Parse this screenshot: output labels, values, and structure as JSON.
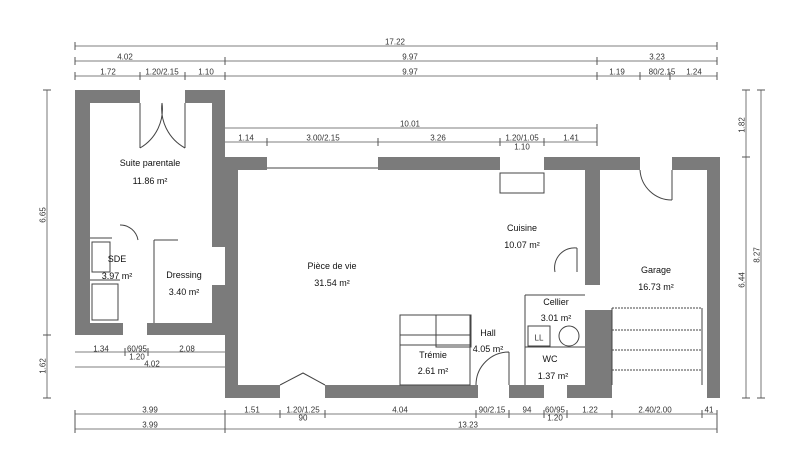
{
  "colors": {
    "wall": "#7b7b7b",
    "dimension_line": "#555555",
    "background": "#ffffff"
  },
  "rooms": [
    {
      "name": "Suite parentale",
      "area": "11.86 m²"
    },
    {
      "name": "SDE",
      "area": "3.97 m²"
    },
    {
      "name": "Dressing",
      "area": "3.40 m²"
    },
    {
      "name": "Pièce de vie",
      "area": "31.54 m²"
    },
    {
      "name": "Cuisine",
      "area": "10.07 m²"
    },
    {
      "name": "Garage",
      "area": "16.73 m²"
    },
    {
      "name": "Cellier",
      "area": "3.01 m²"
    },
    {
      "name": "Hall",
      "area": "4.05 m²"
    },
    {
      "name": "Trémie",
      "area": "2.61 m²"
    },
    {
      "name": "WC",
      "area": "1.37 m²"
    }
  ],
  "fixtures": {
    "laundry": "LL"
  },
  "dimensions": {
    "top": {
      "overall": "17.22",
      "row2": [
        "4.02",
        "9.97",
        "3.23"
      ],
      "row3": [
        "1.72",
        "1.20/2.15",
        "1.10",
        "9.97",
        "1.19",
        "80/2.15",
        "1.24"
      ],
      "inner_overall": "10.01",
      "inner": [
        "1.14",
        "3.00/2.15",
        "3.26",
        "1.20/1.05",
        "1.10",
        "1.41"
      ]
    },
    "suite_bottom": {
      "row1": [
        "1.34",
        "60/95",
        "1.20",
        "2.08"
      ],
      "overall": "4.02"
    },
    "bottom": {
      "row1": [
        "3.99",
        "1.51",
        "1.20/1.25",
        "90",
        "4.04",
        "90/2.15",
        "94",
        "60/95",
        "1.20",
        "1.22",
        "2.40/2.00",
        "41"
      ],
      "row2": [
        "3.99",
        "13.23"
      ]
    },
    "left": [
      "6.65",
      "1.62"
    ],
    "right": [
      "1.82",
      "6.44",
      "8.27"
    ]
  }
}
